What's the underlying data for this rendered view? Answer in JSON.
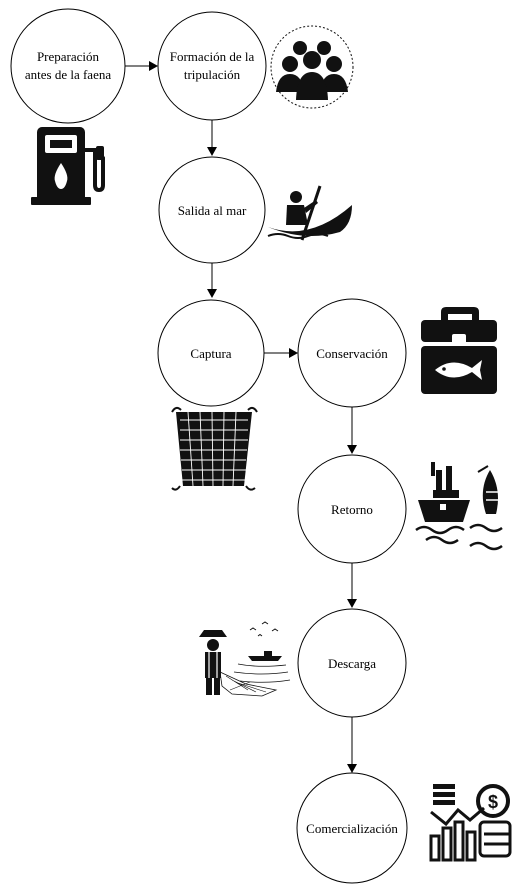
{
  "steps": {
    "preparacion": {
      "line1": "Preparación",
      "line2": "antes de la faena"
    },
    "formacion": {
      "line1": "Formación de la",
      "line2": "tripulación"
    },
    "salida": "Salida al mar",
    "captura": "Captura",
    "conservacion": "Conservación",
    "retorno": "Retorno",
    "descarga": "Descarga",
    "comercializacion": "Comercialización"
  },
  "icons": [
    "fuel-pump-icon",
    "crew-group-icon",
    "canoe-rower-icon",
    "fishing-net-icon",
    "fish-cooler-icon",
    "fishing-boats-icon",
    "fisherman-shore-icon",
    "market-finance-icon"
  ],
  "colors": {
    "stroke": "#000000",
    "fill": "#ffffff",
    "icon": "#111111"
  }
}
